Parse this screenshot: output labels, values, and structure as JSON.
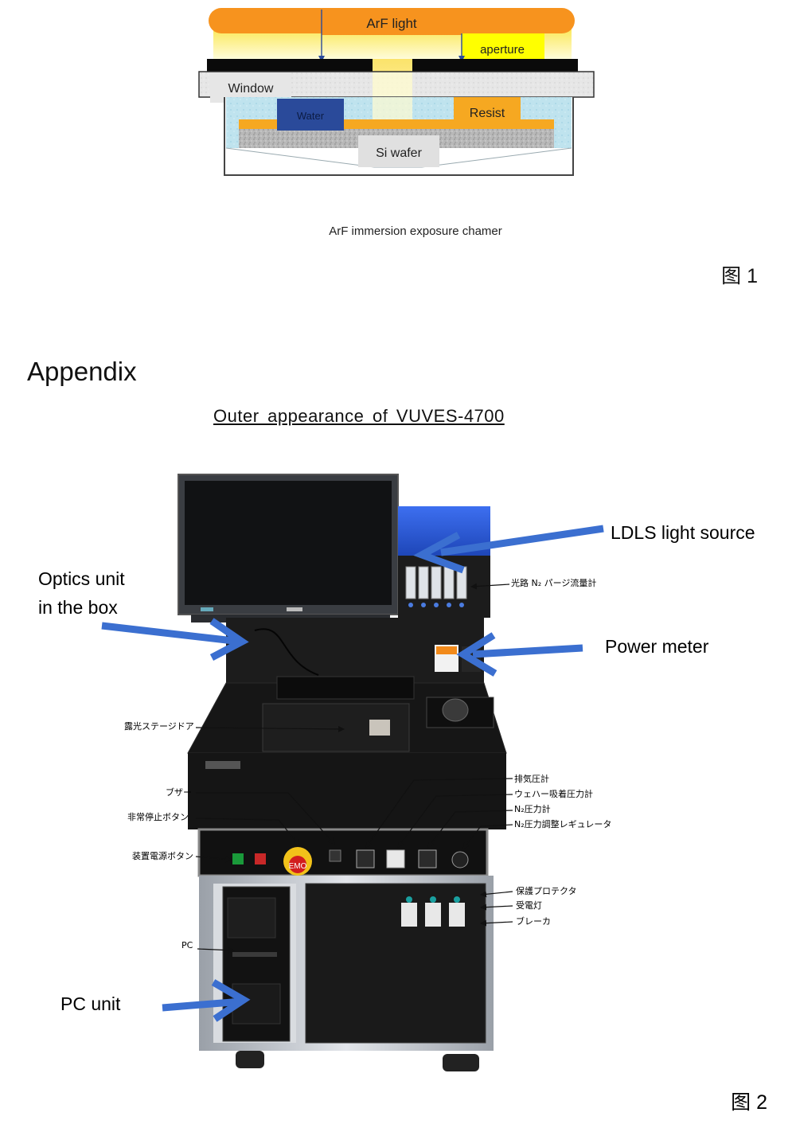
{
  "figure1": {
    "labels": {
      "arf_light": "ArF light",
      "aperture": "aperture",
      "window": "Window",
      "water": "Water",
      "resist": "Resist",
      "si_wafer": "Si wafer"
    },
    "caption": "ArF immersion exposure chamer",
    "figure_number": "图 1"
  },
  "appendix": {
    "heading": "Appendix",
    "title": "Outer  appearance  of  VUVES-4700"
  },
  "figure2": {
    "callouts": {
      "ldls": "LDLS light source",
      "optics_line1": "Optics unit",
      "optics_line2": "in the box",
      "power_meter": "Power meter",
      "pc_unit": "PC unit"
    },
    "jp_labels": {
      "purge_flowmeter": "光路 N₂ パージ流量計",
      "stage_door": "露光ステージドア",
      "buzzer": "ブザー",
      "emergency_stop": "非常停止ボタン",
      "power_button": "装置電源ボタン",
      "exhaust_pressure": "排気圧計",
      "wafer_chuck_pressure": "ウェハー吸着圧力計",
      "n2_pressure": "N₂圧力計",
      "n2_regulator": "N₂圧力調整レギュレータ",
      "protector": "保護プロテクタ",
      "power_lamp": "受電灯",
      "breaker": "ブレーカ",
      "pc": "PC"
    },
    "emo_label": "EMO",
    "figure_number": "图 2"
  },
  "colors": {
    "arf_orange": "#f7931e",
    "light_yellow": "#fbe85a",
    "aperture_yellow": "#ffff00",
    "water_blue": "#2a4a9a",
    "resist_orange": "#f6a821",
    "arrow_blue": "#3b6fd0",
    "cabinet_black": "#1c1c1c",
    "frame_silver": "#c8ccd2",
    "ldls_blue": "#2a5ad6"
  }
}
